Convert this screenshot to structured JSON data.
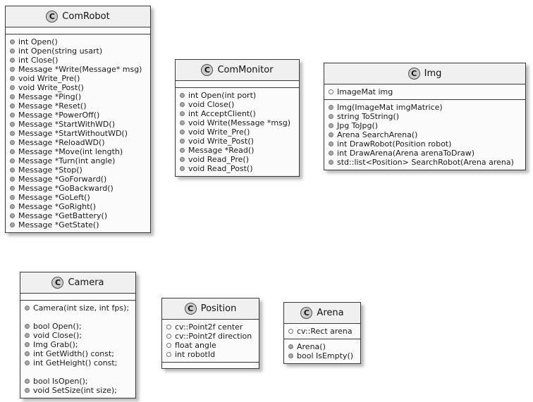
{
  "diagram": {
    "type": "uml-class-diagram",
    "colors": {
      "page_background": "#FFFFFF",
      "box_fill": "#FBFBFB",
      "header_fill": "#F0F0F0",
      "border": "#383838",
      "badge_fill": "#CCCCCC",
      "method_bullet_fill": "#A8A8A8",
      "field_bullet_fill": "#FFFFFF",
      "shadow": "#828282"
    },
    "classes": [
      {
        "name": "ComRobot",
        "badge": "C",
        "attributes": [],
        "methods": [
          "int Open()",
          "int Open(string usart)",
          "int Close()",
          "Message *Write(Message* msg)",
          "void Write_Pre()",
          "void Write_Post()",
          "Message *Ping()",
          "Message *Reset()",
          "Message *PowerOff()",
          "Message *StartWithWD()",
          "Message *StartWithoutWD()",
          "Message *ReloadWD()",
          "Message *Move(int length)",
          "Message *Turn(int angle)",
          "Message *Stop()",
          "Message *GoForward()",
          "Message *GoBackward()",
          "Message *GoLeft()",
          "Message *GoRight()",
          "Message *GetBattery()",
          "Message *GetState()"
        ]
      },
      {
        "name": "ComMonitor",
        "badge": "C",
        "attributes": [],
        "methods": [
          "int Open(int port)",
          "void Close()",
          "int AcceptClient()",
          "void Write(Message *msg)",
          "void Write_Pre()",
          "void Write_Post()",
          "Message *Read()",
          "void Read_Pre()",
          "void Read_Post()"
        ]
      },
      {
        "name": "Img",
        "badge": "C",
        "attributes": [
          "ImageMat img"
        ],
        "methods": [
          "Img(ImageMat imgMatrice)",
          "string ToString()",
          "Jpg ToJpg()",
          "Arena SearchArena()",
          "int DrawRobot(Position robot)",
          "int DrawArena(Arena arenaToDraw)",
          "std::list<Position> SearchRobot(Arena arena)"
        ]
      },
      {
        "name": "Camera",
        "badge": "C",
        "attributes": [],
        "methods": [
          "Camera(int size, int fps);",
          "",
          "bool Open();",
          "void Close();",
          "Img Grab();",
          "int GetWidth() const;",
          "int GetHeight() const;",
          "",
          "bool IsOpen();",
          "void SetSize(int size);"
        ]
      },
      {
        "name": "Position",
        "badge": "C",
        "attributes": [
          "cv::Point2f center",
          "cv::Point2f direction",
          "float angle",
          "int robotId"
        ],
        "methods": []
      },
      {
        "name": "Arena",
        "badge": "C",
        "attributes": [
          "cv::Rect arena"
        ],
        "methods": [
          "Arena()",
          "bool IsEmpty()"
        ]
      }
    ]
  }
}
